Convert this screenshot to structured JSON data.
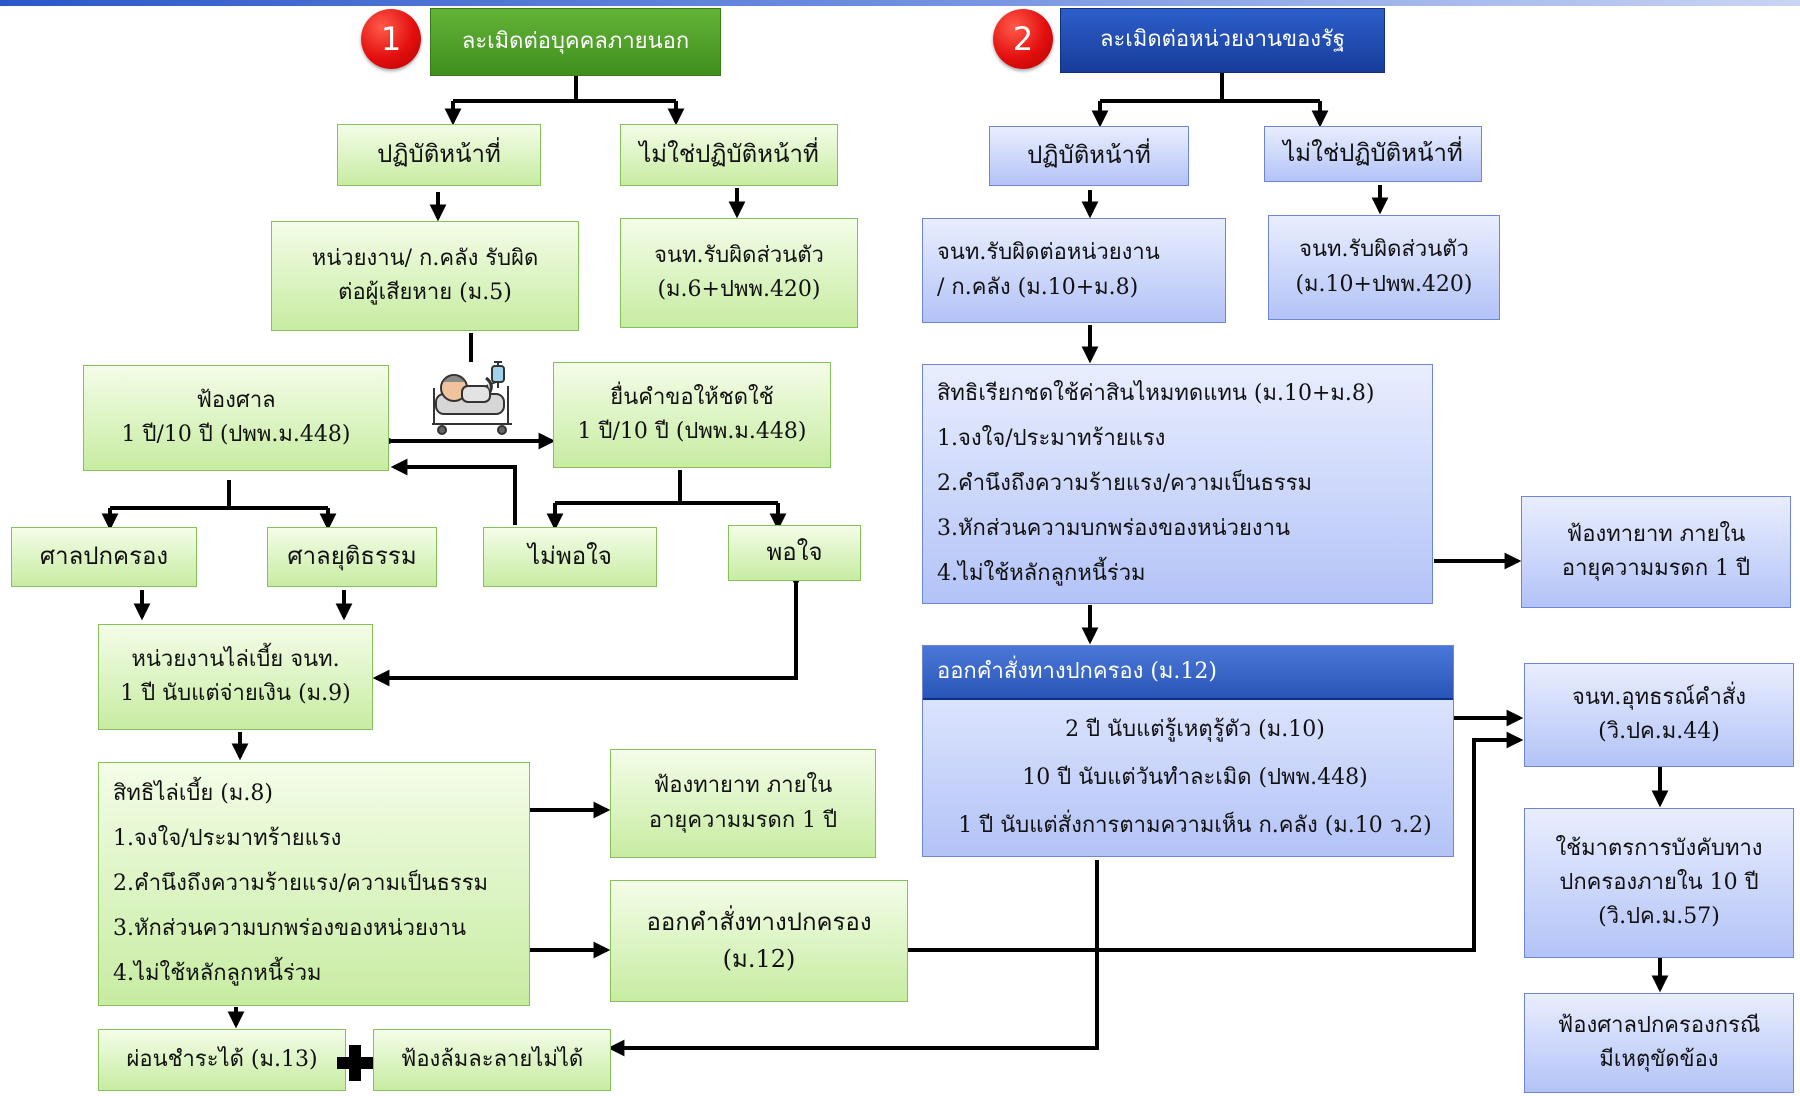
{
  "left": {
    "badge": "1",
    "header": "ละเมิดต่อบุคคลภายนอก",
    "duty": "ปฏิบัติหน้าที่",
    "not_duty": "ไม่ใช่ปฏิบัติหน้าที่",
    "agency_liable": [
      "หน่วยงาน/ ก.คลัง รับผิด",
      "ต่อผู้เสียหาย (ม.5)"
    ],
    "personal_liable": [
      "จนท.รับผิดส่วนตัว",
      "(ม.6+ปพพ.420)"
    ],
    "sue_court": [
      "ฟ้องศาล",
      "1 ปี/10 ปี (ปพพ.ม.448)"
    ],
    "file_claim": [
      "ยื่นคำขอให้ชดใช้",
      "1 ปี/10 ปี (ปพพ.ม.448)"
    ],
    "admin_court": "ศาลปกครอง",
    "justice_court": "ศาลยุติธรรม",
    "not_satisfied": "ไม่พอใจ",
    "satisfied": "พอใจ",
    "recourse": [
      "หน่วยงานไล่เบี้ย จนท.",
      "1 ปี นับแต่จ่ายเงิน (ม.9)"
    ],
    "recourse_rights": [
      "สิทธิไล่เบี้ย (ม.8)",
      "1.จงใจ/ประมาทร้ายแรง",
      "2.คำนึงถึงความร้ายแรง/ความเป็นธรรม",
      "3.หักส่วนความบกพร่องของหน่วยงาน",
      "4.ไม่ใช้หลักลูกหนี้ร่วม"
    ],
    "sue_heirs": [
      "ฟ้องทายาท ภายใน",
      "อายุความมรดก 1 ปี"
    ],
    "admin_order": [
      "ออกคำสั่งทางปกครอง",
      "(ม.12)"
    ],
    "installment": "ผ่อนชำระได้ (ม.13)",
    "no_bankruptcy": "ฟ้องล้มละลายไม่ได้"
  },
  "right": {
    "badge": "2",
    "header": "ละเมิดต่อหน่วยงานของรัฐ",
    "duty": "ปฏิบัติหน้าที่",
    "not_duty": "ไม่ใช่ปฏิบัติหน้าที่",
    "officer_liable": [
      "จนท.รับผิดต่อหน่วยงาน",
      "/ ก.คลัง (ม.10+ม.8)"
    ],
    "personal_liable": [
      "จนท.รับผิดส่วนตัว",
      "(ม.10+ปพพ.420)"
    ],
    "compensation_rights": [
      "สิทธิเรียกชดใช้ค่าสินไหมทดแทน (ม.10+ม.8)",
      "1.จงใจ/ประมาทร้ายแรง",
      "2.คำนึงถึงความร้ายแรง/ความเป็นธรรม",
      "3.หักส่วนความบกพร่องของหน่วยงาน",
      "4.ไม่ใช้หลักลูกหนี้ร่วม"
    ],
    "sue_heirs": [
      "ฟ้องทายาท ภายใน",
      "อายุความมรดก 1 ปี"
    ],
    "admin_order_title": "ออกคำสั่งทางปกครอง (ม.12)",
    "admin_order_lines": [
      "2 ปี นับแต่รู้เหตุรู้ตัว (ม.10)",
      "10 ปี นับแต่วันทำละเมิด (ปพพ.448)",
      "1 ปี นับแต่สั่งการตามความเห็น ก.คลัง (ม.10 ว.2)"
    ],
    "appeal": [
      "จนท.อุทธรณ์คำสั่ง",
      "(วิ.ปค.ม.44)"
    ],
    "enforcement": [
      "ใช้มาตรการบังคับทาง",
      "ปกครองภายใน 10 ปี",
      "(วิ.ปค.ม.57)"
    ],
    "sue_admin_court": [
      "ฟ้องศาลปกครองกรณี",
      "มีเหตุขัดข้อง"
    ]
  },
  "colors": {
    "green_header": "#3f8f1f",
    "blue_header": "#173d9c",
    "green_box": "#c7eca2",
    "blue_box": "#b3c3f7",
    "badge": "#e30f0f",
    "arrow": "#000000"
  },
  "icons": [
    "patient-in-hospital-bed-icon",
    "plus-cross-icon"
  ]
}
